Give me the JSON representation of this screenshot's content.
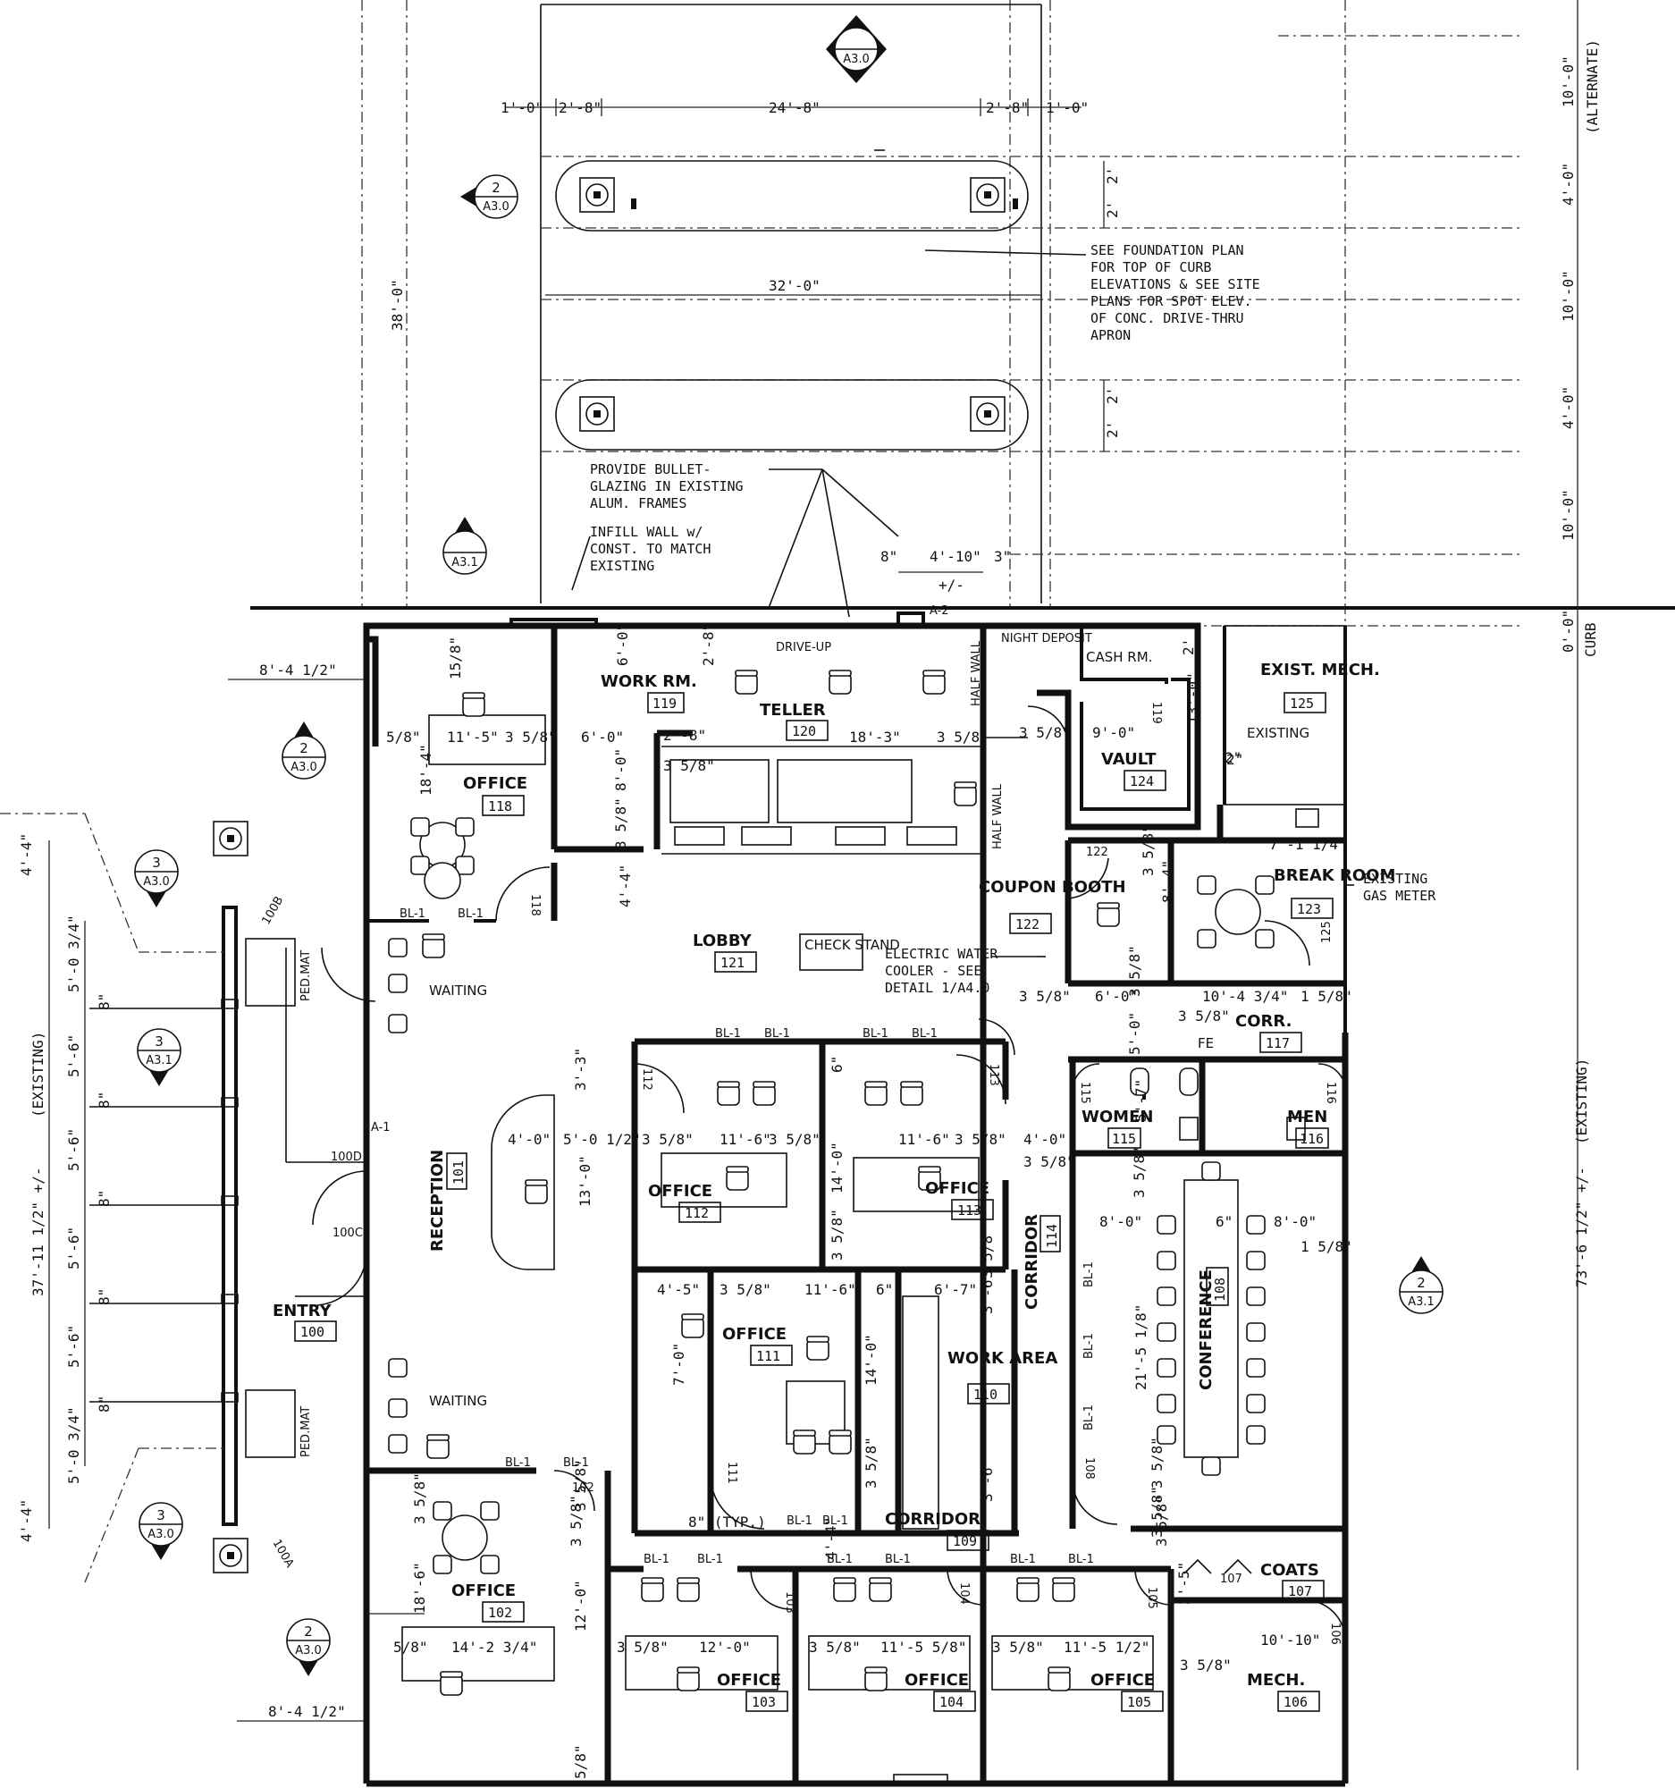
{
  "colors": {
    "line": "#111111",
    "paper": "#ffffff"
  },
  "rooms": {
    "entry": {
      "name": "ENTRY",
      "number": "100"
    },
    "reception": {
      "name": "RECEPTION",
      "number": "101"
    },
    "office102": {
      "name": "OFFICE",
      "number": "102"
    },
    "office103": {
      "name": "OFFICE",
      "number": "103"
    },
    "office104": {
      "name": "OFFICE",
      "number": "104"
    },
    "office105": {
      "name": "OFFICE",
      "number": "105"
    },
    "mech106": {
      "name": "MECH.",
      "number": "106"
    },
    "coats107": {
      "name": "COATS",
      "number": "107"
    },
    "conference": {
      "name": "CONFERENCE",
      "number": "108"
    },
    "corridor109": {
      "name": "CORRIDOR",
      "number": "109"
    },
    "workarea": {
      "name": "WORK AREA",
      "number": "110"
    },
    "office111": {
      "name": "OFFICE",
      "number": "111"
    },
    "office112": {
      "name": "OFFICE",
      "number": "112"
    },
    "office113": {
      "name": "OFFICE",
      "number": "113"
    },
    "corridor114": {
      "name": "CORRIDOR",
      "number": "114"
    },
    "women": {
      "name": "WOMEN",
      "number": "115"
    },
    "men": {
      "name": "MEN",
      "number": "116"
    },
    "corr117": {
      "name": "CORR.",
      "number": "117"
    },
    "office118": {
      "name": "OFFICE",
      "number": "118"
    },
    "workrm": {
      "name": "WORK RM.",
      "number": "119"
    },
    "teller": {
      "name": "TELLER",
      "number": "120"
    },
    "lobby": {
      "name": "LOBBY",
      "number": "121"
    },
    "coupon": {
      "name": "COUPON BOOTH",
      "number": "122"
    },
    "break": {
      "name": "BREAK ROOM",
      "number": "123"
    },
    "vault": {
      "name": "VAULT",
      "number": "124"
    },
    "existmech": {
      "name": "EXIST. MECH.",
      "number": "125"
    }
  },
  "labels": {
    "waiting": "WAITING",
    "cash_rm": "CASH RM.",
    "night_deposit": "NIGHT DEPOSIT",
    "drive_up": "DRIVE-UP",
    "half_wall": "HALF WALL",
    "check_stand": "CHECK STAND",
    "existing": "EXISTING",
    "ped_mat": "PED.MAT",
    "fe": "FE",
    "alternate": "(ALTERNATE)",
    "curb": "CURB",
    "existing_dim": "(EXISTING)"
  },
  "notes": {
    "foundation": [
      "SEE FOUNDATION PLAN",
      "FOR TOP OF CURB",
      "ELEVATIONS & SEE SITE",
      "PLANS FOR SPOT ELEV.",
      "OF CONC. DRIVE-THRU",
      "APRON"
    ],
    "bullet": [
      "PROVIDE BULLET-",
      "GLAZING IN EXISTING",
      "ALUM. FRAMES"
    ],
    "infill": [
      "INFILL WALL w/",
      "CONST. TO MATCH",
      "EXISTING"
    ],
    "water_cooler": [
      "ELECTRIC WATER",
      "COOLER - SEE",
      "DETAIL 1/A4.0"
    ],
    "gas_meter": [
      "EXISTING",
      "GAS METER"
    ]
  },
  "door_tags": {
    "d100a": "100A",
    "d100b": "100B",
    "d100c": "100C",
    "d100d": "100D",
    "d102": "102",
    "d103": "103",
    "d104": "104",
    "d105": "105",
    "d106": "106",
    "d107": "107",
    "d108": "108",
    "d111": "111",
    "d112": "112",
    "d113": "113",
    "d115": "115",
    "d116": "116",
    "d118": "118",
    "d119": "119",
    "d122": "122",
    "d125": "125"
  },
  "tags": {
    "bl1": "BL-1",
    "a1": "A-1",
    "a2": "A-2"
  },
  "section_markers": [
    {
      "top": "",
      "bottom": "A3.0"
    },
    {
      "top": "2",
      "bottom": "A3.0"
    },
    {
      "top": "",
      "bottom": "A3.1"
    },
    {
      "top": "2",
      "bottom": "A3.0"
    },
    {
      "top": "3",
      "bottom": "A3.0"
    },
    {
      "top": "3",
      "bottom": "A3.1"
    },
    {
      "top": "2",
      "bottom": "A3.1"
    },
    {
      "top": "3",
      "bottom": "A3.0"
    },
    {
      "top": "2",
      "bottom": "A3.0"
    }
  ],
  "dimensions": {
    "top_1_0_left": "1'-0\"",
    "top_2_8_left": "2'-8\"",
    "top_24_8": "24'-8\"",
    "top_2_8_right": "2'-8\"",
    "top_1_0_right": "1'-0\"",
    "top_32_0": "32'-0\"",
    "left_38_0": "38'-0\"",
    "curb_2_a": "2'",
    "curb_2_b": "2'",
    "curb_2_c": "2'",
    "curb_2_d": "2'",
    "right_10_0_alt": "10'-0\"",
    "right_4_0_a": "4'-0\"",
    "right_10_0_a": "10'-0\"",
    "right_4_0_b": "4'-0\"",
    "right_10_0_b": "10'-0\"",
    "right_0_0": "0'-0\"",
    "right_existing_total": "73'-6 1/2\" +/-",
    "left_existing_total": "37'-11 1/2\" +/-",
    "d8_4_half_top": "8'-4 1/2\"",
    "d8_4_half_bot": "8'-4 1/2\"",
    "d4_4_top": "4'-4\"",
    "d4_4_bot": "4'-4\"",
    "d5_0_3_4_top": "5'-0 3/4\"",
    "d5_6_a": "5'-6\"",
    "d5_6_b": "5'-6\"",
    "d5_6_c": "5'-6\"",
    "d5_6_d": "5'-6\"",
    "d5_0_3_4_bot": "5'-0 3/4\"",
    "d8_a": "8\"",
    "d8_b": "8\"",
    "d8_c": "8\"",
    "d8_d": "8\"",
    "d8_e": "8\"",
    "o118_5_8": "5/8\"",
    "o118_11_5": "11'-5\"",
    "o118_358": "3 5/8\"",
    "o118_18_4": "18'-4\"",
    "o118_15_8": "15/8\"",
    "w_6_0": "6'-0\"",
    "w_8_0": "8'-0\"",
    "w_2_8": "2'-8\"",
    "w_358": "3 5/8\"",
    "w_6_0v": "6'-0\"",
    "w_2_8v": "2'-8\"",
    "t_18_3": "18'-3\"",
    "t_358": "3 5/8\"",
    "t_8": "8\"",
    "t_4_10": "4'-10\"",
    "t_pm": "+/-",
    "t_3": "3\"",
    "v_358": "3 5/8\"",
    "v_9_0": "9'-0\"",
    "v_13_0": "13'-0\"",
    "v_2": "2'",
    "v_2in": "2\"",
    "l_4_4": "4'-4\"",
    "l_3_5_8": "3 5/8\"",
    "b_7_1_1_4": "7'-1 1/4\"",
    "b_8_4": "8'-4\"",
    "b_358": "3 5/8\"",
    "b_10_4_3_4": "10'-4 3/4\"",
    "b_1_5_8": "1 5/8\"",
    "c_358": "3 5/8\"",
    "c_6_0": "6'-0\"",
    "c_358b": "3 5/8\"",
    "c_5_0": "5'-0\"",
    "c_358c": "3 5/8\"",
    "r_3_3": "3'-3\"",
    "r_4_0": "4'-0\"",
    "r_5_0_half": "5'-0 1/2\"",
    "r_13_0": "13'-0\"",
    "o112_358": "3 5/8\"",
    "o112_11_6": "11'-6\"",
    "o112_358b": "3 5/8\"",
    "o113_11_6": "11'-6\"",
    "o113_358": "3 5/8\"",
    "o113_4_0": "4'-0\"",
    "o113_14_0": "14'-0\"",
    "o113_6": "6\"",
    "o113_358v": "3 5/8\"",
    "m_5_7": "5'-7\"",
    "m_358": "3 5/8\"",
    "m_358b": "3 5/8\"",
    "conf_8_0": "8'-0\"",
    "conf_6": "6\"",
    "conf_8_0b": "8'-0\"",
    "conf_1_5_8": "1 5/8\"",
    "conf_21_5": "21'-5 1/8\"",
    "conf_358": "3 5/8\"",
    "conf_358b": "3 5/8\"",
    "o111_4_5": "4'-5\"",
    "o111_358": "3 5/8\"",
    "o111_11_6": "11'-6\"",
    "o111_6": "6\"",
    "o111_7_0": "7'-0\"",
    "o111_14_0": "14'-0\"",
    "o111_358v": "3 5/8\"",
    "wa_6_7": "6'-7\"",
    "wa_3_6": "3'-6\"",
    "wa_3_6b": "3'-6\"",
    "wa_358": "3 5/8\"",
    "o102_358": "3 5/8\"",
    "o102_18_6": "18'-6\"",
    "o102_5_8": "5/8\"",
    "o102_14_2": "14'-2 3/4\"",
    "c109_8_typ": "8\" (TYP.)",
    "c109_4_4": "4'-4\"",
    "c109_358": "3 5/8\"",
    "c109_358b": "3 5/8\"",
    "o103_358": "3 5/8\"",
    "o103_12_0": "12'-0\"",
    "o103_12_0v": "12'-0\"",
    "o103_358v": "3 5/8\"",
    "o103_5_8": "5/8\"",
    "o104_358": "3 5/8\"",
    "o104_11_5": "11'-5 5/8\"",
    "o105_358": "3 5/8\"",
    "o105_11_5": "11'-5 1/2\"",
    "m106_10_10": "10'-10\"",
    "m106_358": "3 5/8\"",
    "m106_2_5": "2'-5\"",
    "e_2in": "2\""
  }
}
